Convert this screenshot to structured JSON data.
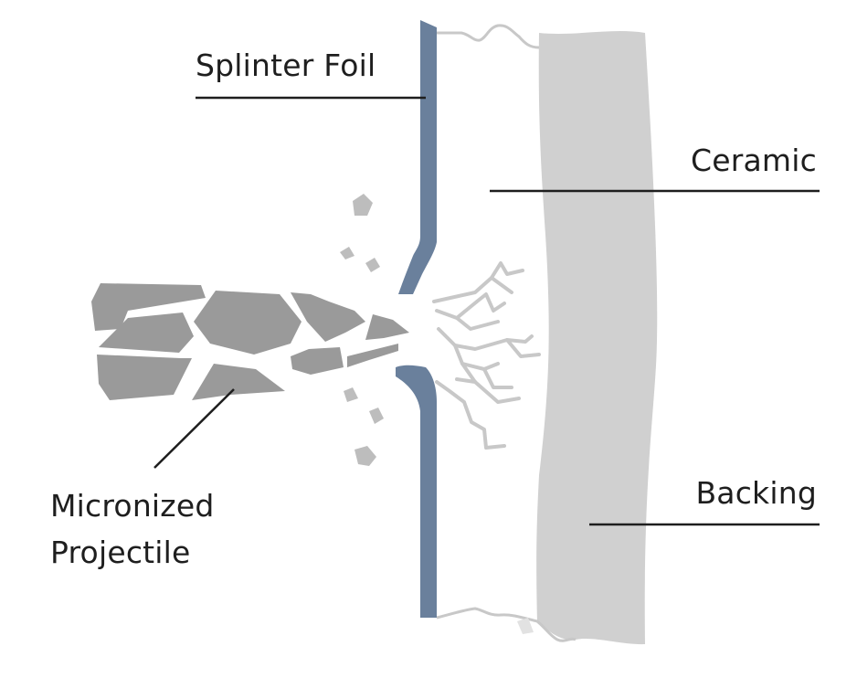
{
  "labels": {
    "splinter_foil": "Splinter Foil",
    "ceramic": "Ceramic",
    "backing": "Backing",
    "projectile_line1": "Micronized",
    "projectile_line2": "Projectile"
  },
  "colors": {
    "foil": "#6a809c",
    "backing": "#d0d0d0",
    "ceramic_outline": "#c8c8c8",
    "projectile": "#9a9a9a",
    "debris": "#bdbdbd",
    "crack": "#c8c8c8",
    "leader_line": "#1e1e1e"
  }
}
